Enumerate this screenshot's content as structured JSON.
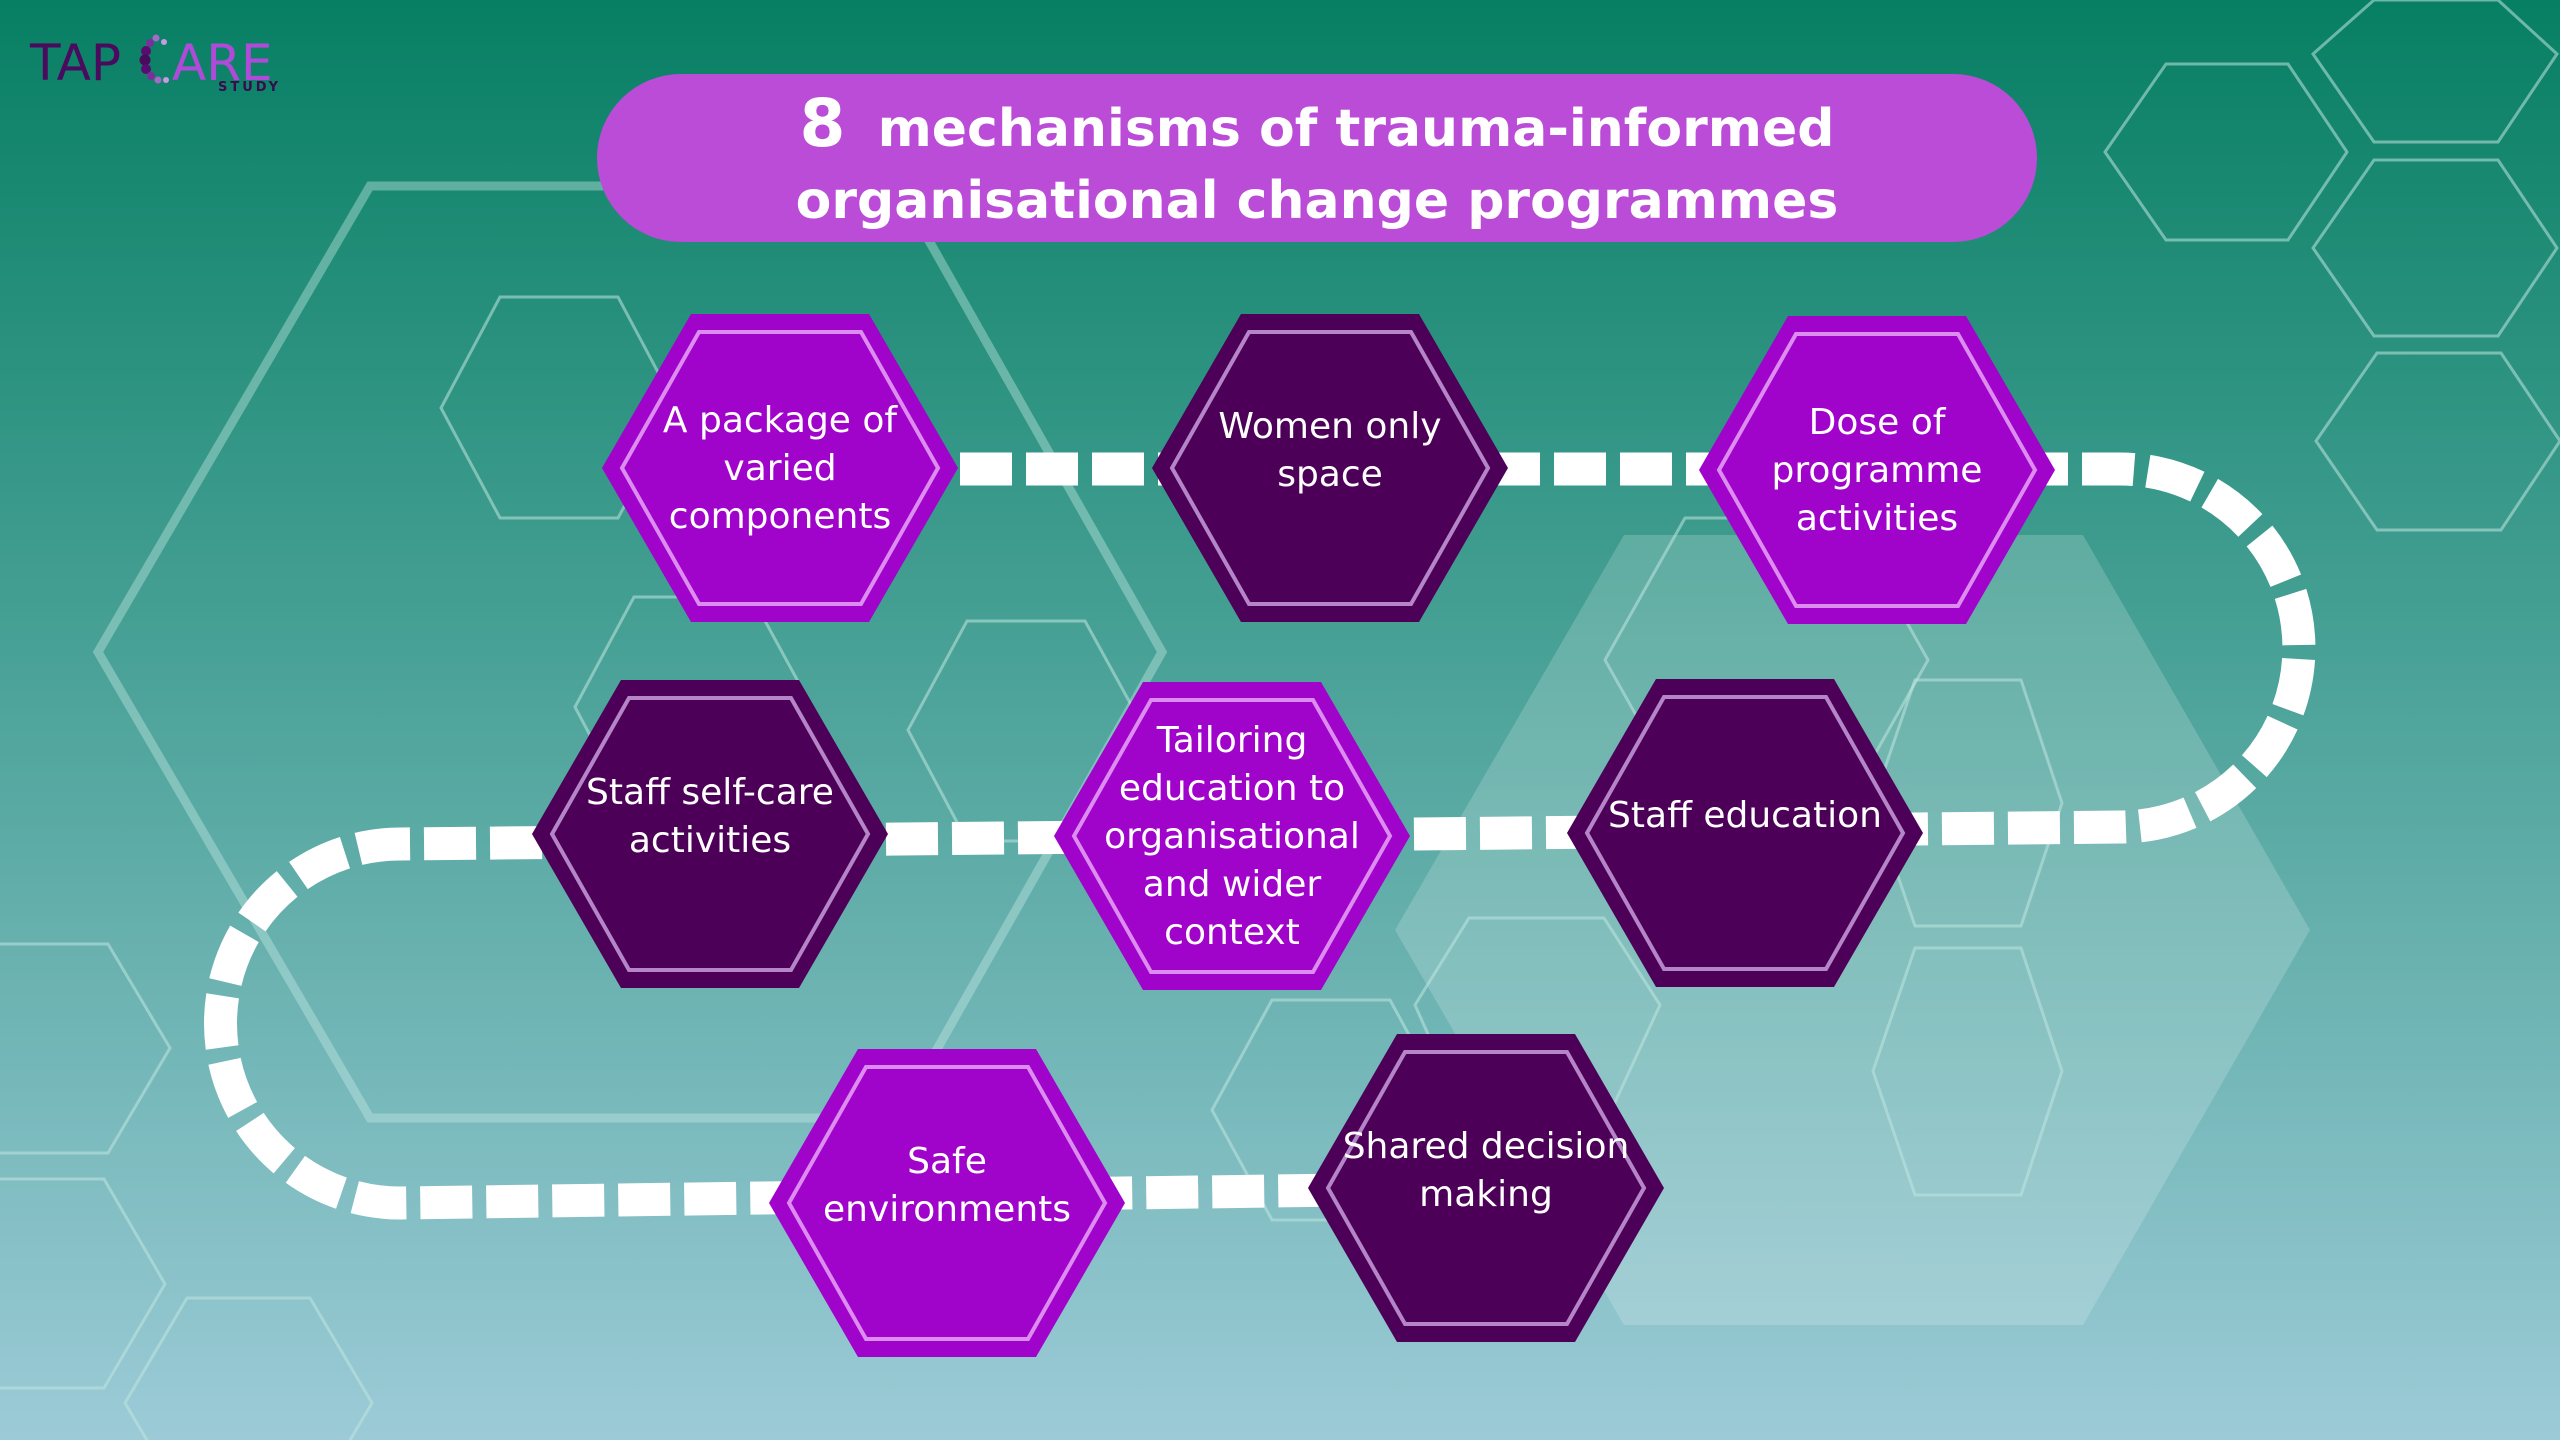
{
  "logo": {
    "part1": "TAP",
    "part2": "ARE",
    "subtitle": "STUDY"
  },
  "title": {
    "number": "8",
    "line1_rest": "mechanisms of trauma-informed",
    "line2": "organisational change programmes"
  },
  "colors": {
    "bg_top": "#077f63",
    "bg_bottom": "#9ccbd7",
    "title_pill": "#bb4cd8",
    "hex_bright": "#a003ca",
    "hex_bright_inner": "#dd8cf0",
    "hex_dark": "#4d0058",
    "hex_dark_inner": "#b486c8",
    "path": "#ffffff",
    "logo_dark": "#4a0a5e",
    "logo_light": "#b04ad8"
  },
  "mechanisms": [
    {
      "label_lines": [
        "A package of",
        "varied",
        "components"
      ],
      "style": "bright"
    },
    {
      "label_lines": [
        "Women only",
        "space"
      ],
      "style": "dark"
    },
    {
      "label_lines": [
        "Dose of",
        "programme",
        "activities"
      ],
      "style": "bright"
    },
    {
      "label_lines": [
        "Staff education"
      ],
      "style": "dark"
    },
    {
      "label_lines": [
        "Tailoring",
        "education to",
        "organisational",
        "and wider",
        "context"
      ],
      "style": "bright"
    },
    {
      "label_lines": [
        "Staff self-care",
        "activities"
      ],
      "style": "dark"
    },
    {
      "label_lines": [
        "Safe",
        "environments"
      ],
      "style": "bright"
    },
    {
      "label_lines": [
        "Shared decision",
        "making"
      ],
      "style": "dark"
    }
  ]
}
